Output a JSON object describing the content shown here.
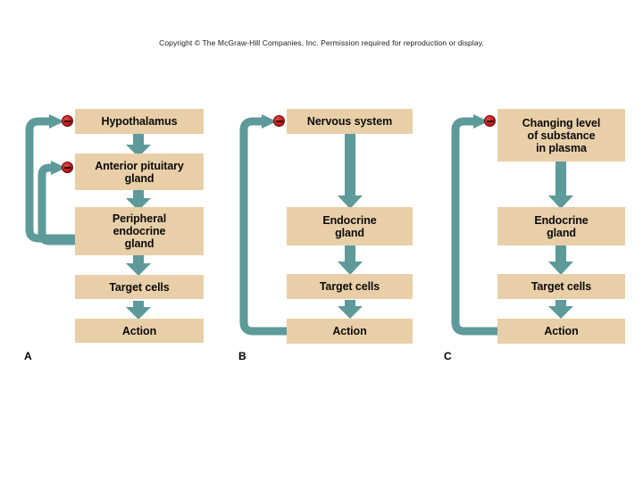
{
  "figure": {
    "copyright": "Copyright © The McGraw-Hill Companies, Inc. Permission required for reproduction or display.",
    "colors": {
      "box_fill": "#e9cfa8",
      "arrow_teal": "#5d9a99",
      "inhibition_red": "#c8201c",
      "text": "#0b0b0b",
      "background": "#ffffff"
    },
    "panels": [
      {
        "label": "A",
        "name": "panel-a-hypothalamic-pituitary-axis",
        "nodes": [
          {
            "id": "hypothalamus",
            "text": "Hypothalamus",
            "lines": [
              "Hypothalamus"
            ]
          },
          {
            "id": "anterior-pituitary-gland",
            "text": "Anterior pituitary gland",
            "lines": [
              "Anterior pituitary",
              "gland"
            ]
          },
          {
            "id": "peripheral-endocrine-gland",
            "text": "Peripheral endocrine gland",
            "lines": [
              "Peripheral",
              "endocrine",
              "gland"
            ]
          },
          {
            "id": "target-cells",
            "text": "Target cells",
            "lines": [
              "Target cells"
            ]
          },
          {
            "id": "action",
            "text": "Action",
            "lines": [
              "Action"
            ]
          }
        ],
        "flow_arrows": [
          {
            "from": "hypothalamus",
            "to": "anterior-pituitary-gland"
          },
          {
            "from": "anterior-pituitary-gland",
            "to": "peripheral-endocrine-gland"
          },
          {
            "from": "peripheral-endocrine-gland",
            "to": "target-cells"
          },
          {
            "from": "target-cells",
            "to": "action"
          }
        ],
        "feedback_loops": [
          {
            "from": "peripheral-endocrine-gland",
            "to": "hypothalamus",
            "sign": "negative",
            "symbol": "−"
          },
          {
            "from": "peripheral-endocrine-gland",
            "to": "anterior-pituitary-gland",
            "sign": "negative",
            "symbol": "−"
          }
        ]
      },
      {
        "label": "B",
        "name": "panel-b-neuroendocrine-control",
        "nodes": [
          {
            "id": "nervous-system",
            "text": "Nervous system",
            "lines": [
              "Nervous system"
            ]
          },
          {
            "id": "endocrine-gland",
            "text": "Endocrine gland",
            "lines": [
              "Endocrine",
              "gland"
            ]
          },
          {
            "id": "target-cells",
            "text": "Target cells",
            "lines": [
              "Target cells"
            ]
          },
          {
            "id": "action",
            "text": "Action",
            "lines": [
              "Action"
            ]
          }
        ],
        "flow_arrows": [
          {
            "from": "nervous-system",
            "to": "endocrine-gland"
          },
          {
            "from": "endocrine-gland",
            "to": "target-cells"
          },
          {
            "from": "target-cells",
            "to": "action"
          }
        ],
        "feedback_loops": [
          {
            "from": "action",
            "to": "nervous-system",
            "sign": "negative",
            "symbol": "−"
          }
        ]
      },
      {
        "label": "C",
        "name": "panel-c-humoral-control",
        "nodes": [
          {
            "id": "changing-level-of-substance-in-plasma",
            "text": "Changing level of substance in plasma",
            "lines": [
              "Changing level",
              "of substance",
              "in plasma"
            ]
          },
          {
            "id": "endocrine-gland",
            "text": "Endocrine gland",
            "lines": [
              "Endocrine",
              "gland"
            ]
          },
          {
            "id": "target-cells",
            "text": "Target cells",
            "lines": [
              "Target cells"
            ]
          },
          {
            "id": "action",
            "text": "Action",
            "lines": [
              "Action"
            ]
          }
        ],
        "flow_arrows": [
          {
            "from": "changing-level-of-substance-in-plasma",
            "to": "endocrine-gland"
          },
          {
            "from": "endocrine-gland",
            "to": "target-cells"
          },
          {
            "from": "target-cells",
            "to": "action"
          }
        ],
        "feedback_loops": [
          {
            "from": "action",
            "to": "changing-level-of-substance-in-plasma",
            "sign": "negative",
            "symbol": "−"
          }
        ]
      }
    ]
  }
}
